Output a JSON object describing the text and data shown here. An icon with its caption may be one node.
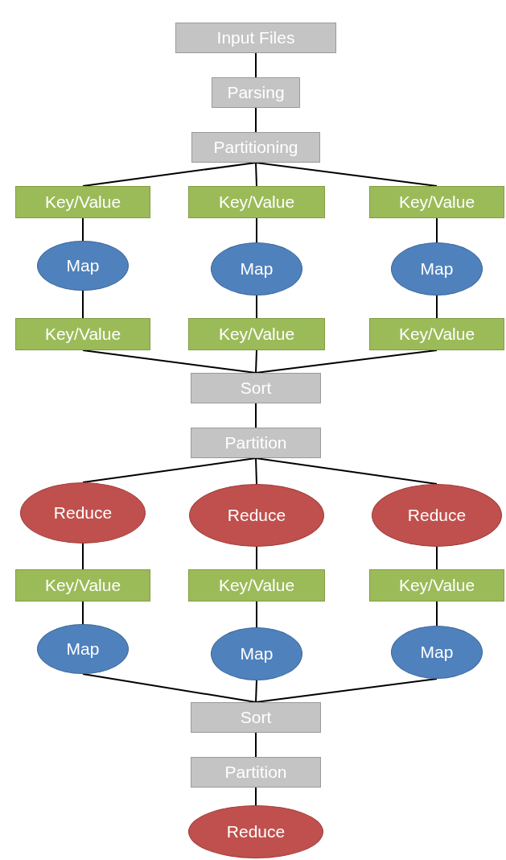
{
  "diagram": {
    "nodes": [
      {
        "text": [
          "Input Files"
        ]
      },
      {
        "text": [
          "Parsing"
        ]
      },
      {
        "text": [
          "Partitioning"
        ]
      },
      {
        "text": [
          "Key/Value"
        ]
      },
      {
        "text": [
          "Key/Value"
        ]
      },
      {
        "text": [
          "Key/Value"
        ]
      },
      {
        "text": [
          "Map"
        ]
      },
      {
        "text": [
          "Map"
        ]
      },
      {
        "text": [
          "Map"
        ]
      },
      {
        "text": [
          "Key/Value"
        ]
      },
      {
        "text": [
          "Key/Value"
        ]
      },
      {
        "text": [
          "Key/Value"
        ]
      },
      {
        "text": [
          "Sort"
        ]
      },
      {
        "text": [
          "Partition"
        ]
      },
      {
        "text": [
          "Reduce"
        ]
      },
      {
        "text": [
          "Reduce"
        ]
      },
      {
        "text": [
          "Reduce"
        ]
      },
      {
        "text": [
          "Key/Value"
        ]
      },
      {
        "text": [
          "Key/Value"
        ]
      },
      {
        "text": [
          "Key/Value"
        ]
      },
      {
        "text": [
          "Map"
        ]
      },
      {
        "text": [
          "Map"
        ]
      },
      {
        "text": [
          "Map"
        ]
      },
      {
        "text": [
          "Sort"
        ]
      },
      {
        "text": [
          "Partition"
        ]
      },
      {
        "text": [
          "Reduce"
        ]
      }
    ],
    "edges": [
      {
        "from": 0,
        "to": 1,
        "arrow": "none"
      },
      {
        "from": 1,
        "to": 2,
        "arrow": "none"
      },
      {
        "from": 2,
        "to": 3,
        "arrow": "none"
      },
      {
        "from": 2,
        "to": 4,
        "arrow": "none"
      },
      {
        "from": 2,
        "to": 5,
        "arrow": "none"
      },
      {
        "from": 3,
        "to": 6,
        "arrow": "none"
      },
      {
        "from": 4,
        "to": 7,
        "arrow": "none"
      },
      {
        "from": 5,
        "to": 8,
        "arrow": "none"
      },
      {
        "from": 6,
        "to": 9,
        "arrow": "none"
      },
      {
        "from": 7,
        "to": 10,
        "arrow": "none"
      },
      {
        "from": 8,
        "to": 11,
        "arrow": "none"
      },
      {
        "from": 9,
        "to": 12,
        "arrow": "none"
      },
      {
        "from": 10,
        "to": 12,
        "arrow": "none"
      },
      {
        "from": 11,
        "to": 12,
        "arrow": "none"
      },
      {
        "from": 12,
        "to": 13,
        "arrow": "none"
      },
      {
        "from": 13,
        "to": 14,
        "arrow": "none"
      },
      {
        "from": 13,
        "to": 15,
        "arrow": "none"
      },
      {
        "from": 13,
        "to": 16,
        "arrow": "none"
      },
      {
        "from": 14,
        "to": 17,
        "arrow": "none"
      },
      {
        "from": 15,
        "to": 18,
        "arrow": "none"
      },
      {
        "from": 16,
        "to": 19,
        "arrow": "none"
      },
      {
        "from": 17,
        "to": 20,
        "arrow": "none"
      },
      {
        "from": 18,
        "to": 21,
        "arrow": "none"
      },
      {
        "from": 19,
        "to": 22,
        "arrow": "none"
      },
      {
        "from": 20,
        "to": 23,
        "arrow": "none"
      },
      {
        "from": 21,
        "to": 23,
        "arrow": "none"
      },
      {
        "from": 22,
        "to": 23,
        "arrow": "none"
      },
      {
        "from": 23,
        "to": 24,
        "arrow": "none"
      },
      {
        "from": 24,
        "to": 25,
        "arrow": "none"
      }
    ]
  }
}
